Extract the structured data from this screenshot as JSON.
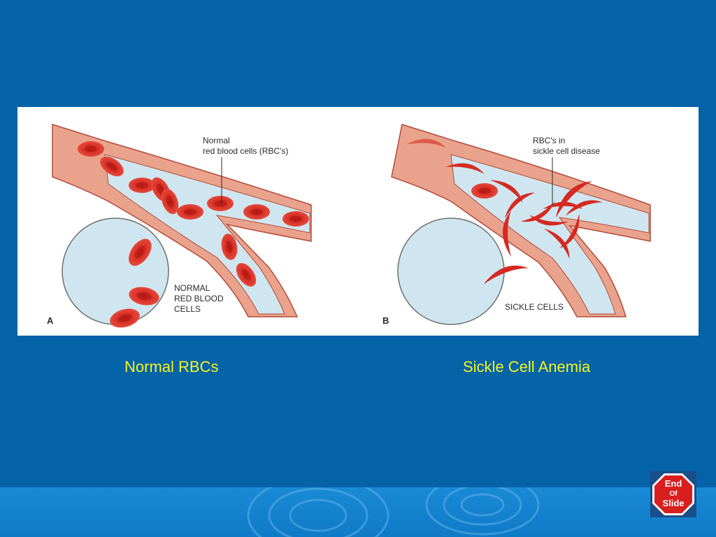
{
  "figure": {
    "panel_a": {
      "letter": "A",
      "callout_line1": "Normal",
      "callout_line2": "red blood cells (RBC's)",
      "circle_label_line1": "NORMAL",
      "circle_label_line2": "RED BLOOD",
      "circle_label_line3": "CELLS"
    },
    "panel_b": {
      "letter": "B",
      "callout_line1": "RBC's in",
      "callout_line2": "sickle cell disease",
      "circle_label": "SICKLE CELLS"
    }
  },
  "captions": {
    "left": "Normal RBCs",
    "right": "Sickle Cell Anemia"
  },
  "end_button": {
    "line1": "End",
    "line2": "Of",
    "line3": "Slide"
  },
  "colors": {
    "background": "#0563a8",
    "caption": "#f5f51e",
    "cell": "#d42a22",
    "stop_sign": "#d81e1e"
  }
}
